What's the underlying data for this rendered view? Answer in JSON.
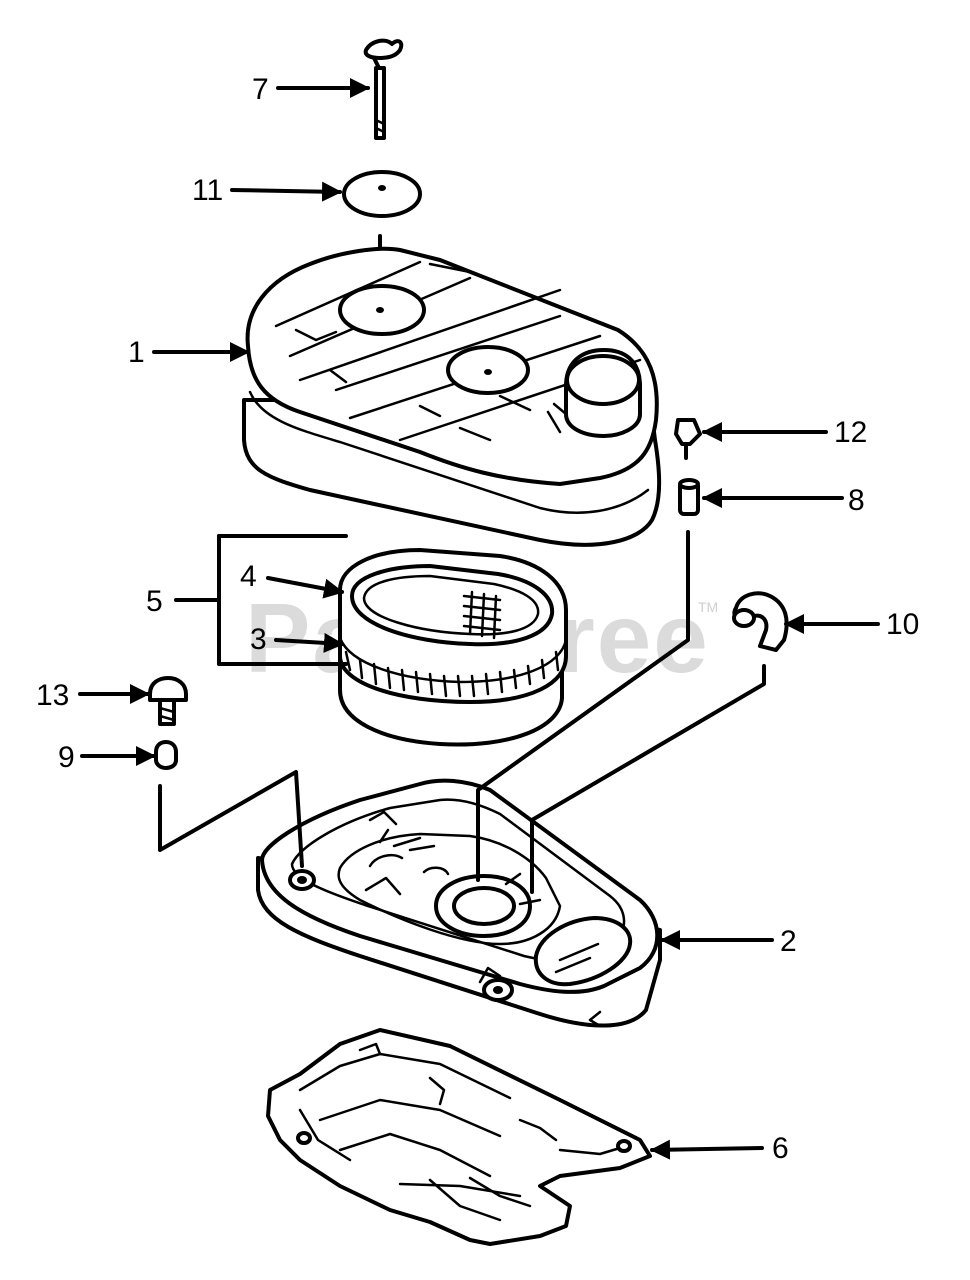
{
  "watermark": {
    "text": "PartsTree",
    "tm": "TM"
  },
  "callouts": {
    "c1": "1",
    "c2": "2",
    "c3": "3",
    "c4": "4",
    "c5": "5",
    "c6": "6",
    "c7": "7",
    "c8": "8",
    "c9": "9",
    "c10": "10",
    "c11": "11",
    "c12": "12",
    "c13": "13"
  }
}
